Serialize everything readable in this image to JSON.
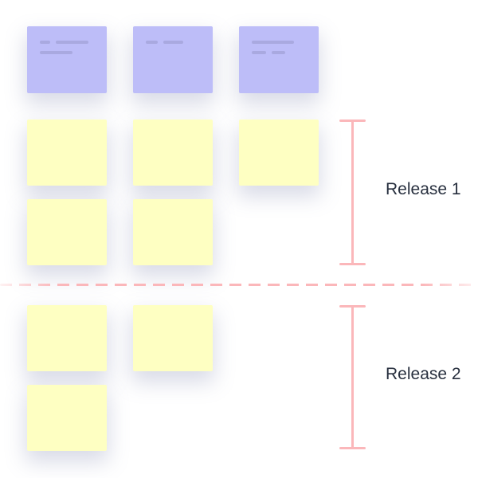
{
  "colors": {
    "background": "#ffffff",
    "epic-fill": "#bdbdf8",
    "epic-line": "#a9a9e0",
    "story-fill": "#feffc2",
    "pink": "#fbb7ba",
    "label-text": "#272f3e",
    "card-shadow": "rgba(130,135,175,0.30)"
  },
  "epics": [
    {
      "lines": [
        [
          13,
          41
        ],
        [
          41
        ]
      ]
    },
    {
      "lines": [
        [
          15,
          25
        ]
      ]
    },
    {
      "lines": [
        [
          53
        ],
        [
          18,
          17
        ]
      ]
    }
  ],
  "releases": [
    {
      "label": "Release 1"
    },
    {
      "label": "Release 2"
    }
  ]
}
